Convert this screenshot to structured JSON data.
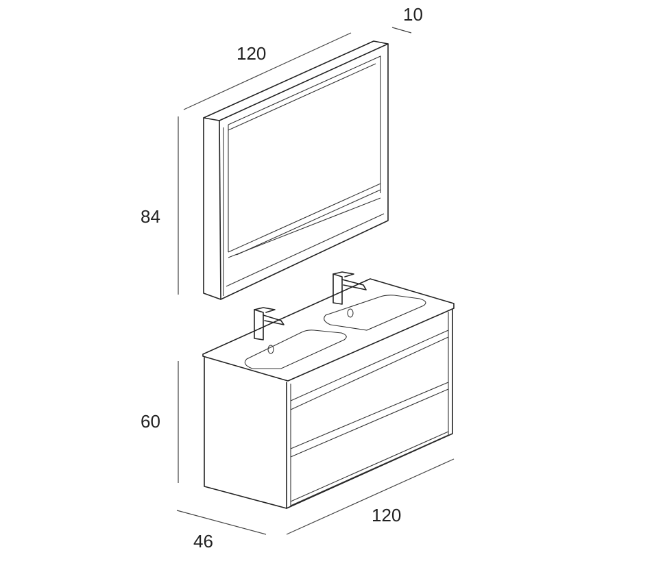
{
  "dimensions": {
    "mirror_width": "120",
    "mirror_depth": "10",
    "mirror_height": "84",
    "cabinet_height": "60",
    "cabinet_depth": "46",
    "cabinet_width": "120"
  }
}
